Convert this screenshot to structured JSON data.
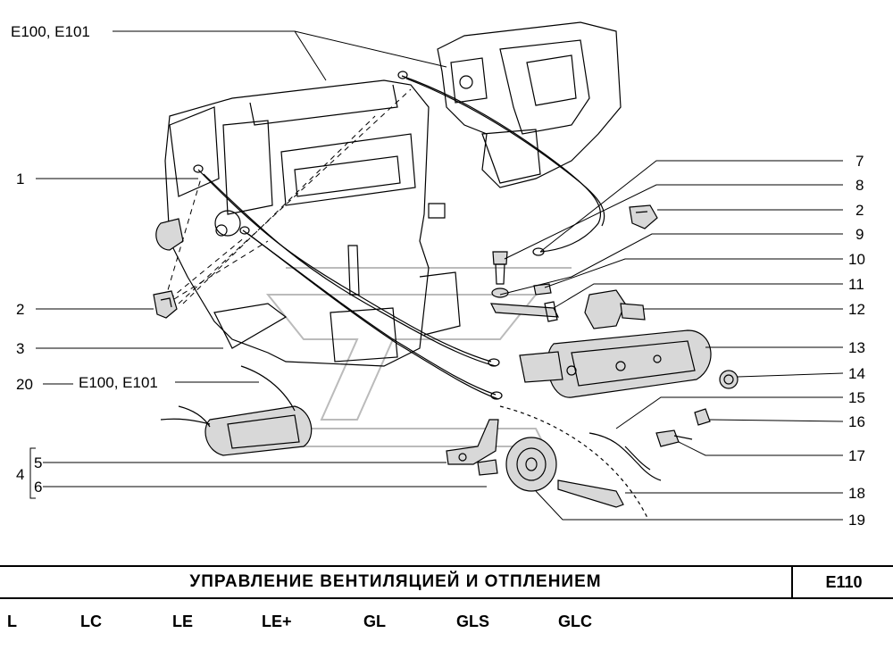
{
  "callouts": {
    "e100_e101_top": "E100, E101",
    "c1": "1",
    "c2_left": "2",
    "c3": "3",
    "c20": "20",
    "e100_e101_20": "E100, E101",
    "c4": "4",
    "c5": "5",
    "c6": "6",
    "c7": "7",
    "c8": "8",
    "c2_right": "2",
    "c9": "9",
    "c10": "10",
    "c11": "11",
    "c12": "12",
    "c13": "13",
    "c14": "14",
    "c15": "15",
    "c16": "16",
    "c17": "17",
    "c18": "18",
    "c19": "19"
  },
  "title": "УПРАВЛЕНИЕ  ВЕНТИЛЯЦИЕЙ  И  ОТПЛЕНИЕМ",
  "code": "E110",
  "trims": [
    "L",
    "LC",
    "LE",
    "LE+",
    "GL",
    "GLS",
    "GLC"
  ]
}
